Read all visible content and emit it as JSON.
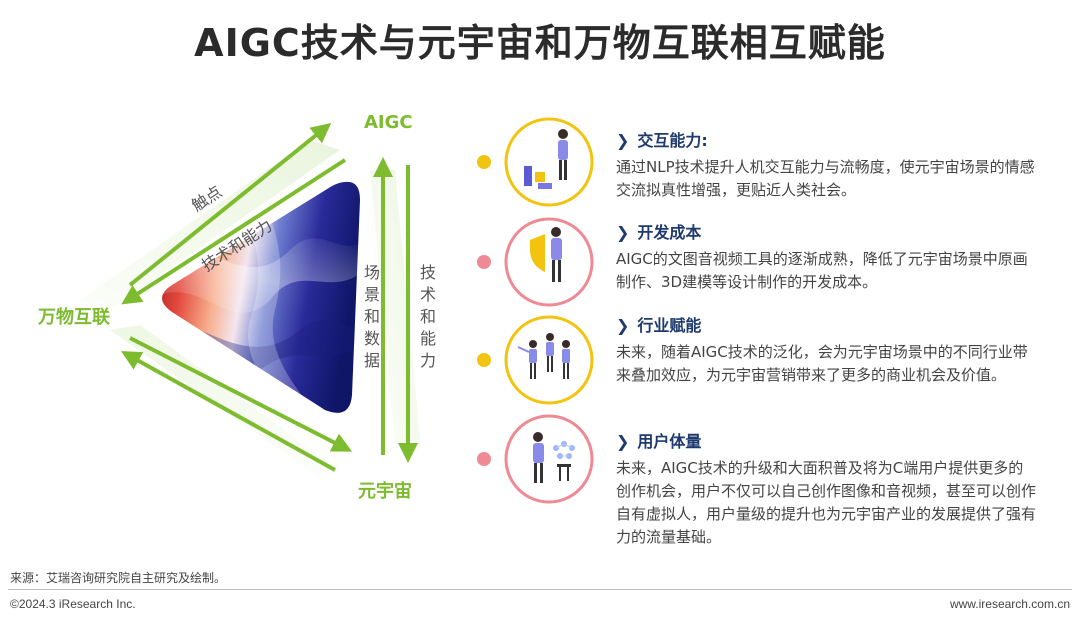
{
  "title": "AIGC技术与元宇宙和万物互联相互赋能",
  "nodes": {
    "aigc": "AIGC",
    "iot": "万物互联",
    "metaverse": "元宇宙"
  },
  "edge_labels": {
    "touchpoint": "触点",
    "tech_ability_left": "技术和能力",
    "scene_data": "场景和数据",
    "tech_ability_right": "技术和能力"
  },
  "colors": {
    "accent_green": "#7dbb2f",
    "dot_yellow": "#f2c40f",
    "dot_pink": "#ef8a94",
    "heading_blue": "#1f3a6e"
  },
  "features": [
    {
      "heading": "交互能力:",
      "body": "通过NLP技术提升人机交互能力与流畅度，使元宇宙场景的情感交流拟真性增强，更贴近人类社会。",
      "icon": "person-with-blocks-icon"
    },
    {
      "heading": "开发成本",
      "body": "AIGC的文图音视频工具的逐渐成熟，降低了元宇宙场景中原画制作、3D建模等设计制作的开发成本。",
      "icon": "person-with-shield-icon"
    },
    {
      "heading": "行业赋能",
      "body": "未来，随着AIGC技术的泛化，会为元宇宙场景中的不同行业带来叠加效应，为元宇宙营销带来了更多的商业机会及价值。",
      "icon": "group-of-people-icon"
    },
    {
      "heading": "用户体量",
      "body": "未来，AIGC技术的升级和大面积普及将为C端用户提供更多的创作机会，用户不仅可以自己创作图像和音视频，甚至可以创作自有虚拟人，用户量级的提升也为元宇宙产业的发展提供了强有力的流量基础。",
      "icon": "person-with-network-icon"
    }
  ],
  "footer": {
    "source": "来源：艾瑞咨询研究院自主研究及绘制。",
    "copyright": "©2024.3 iResearch Inc.",
    "website": "www.iresearch.com.cn"
  }
}
